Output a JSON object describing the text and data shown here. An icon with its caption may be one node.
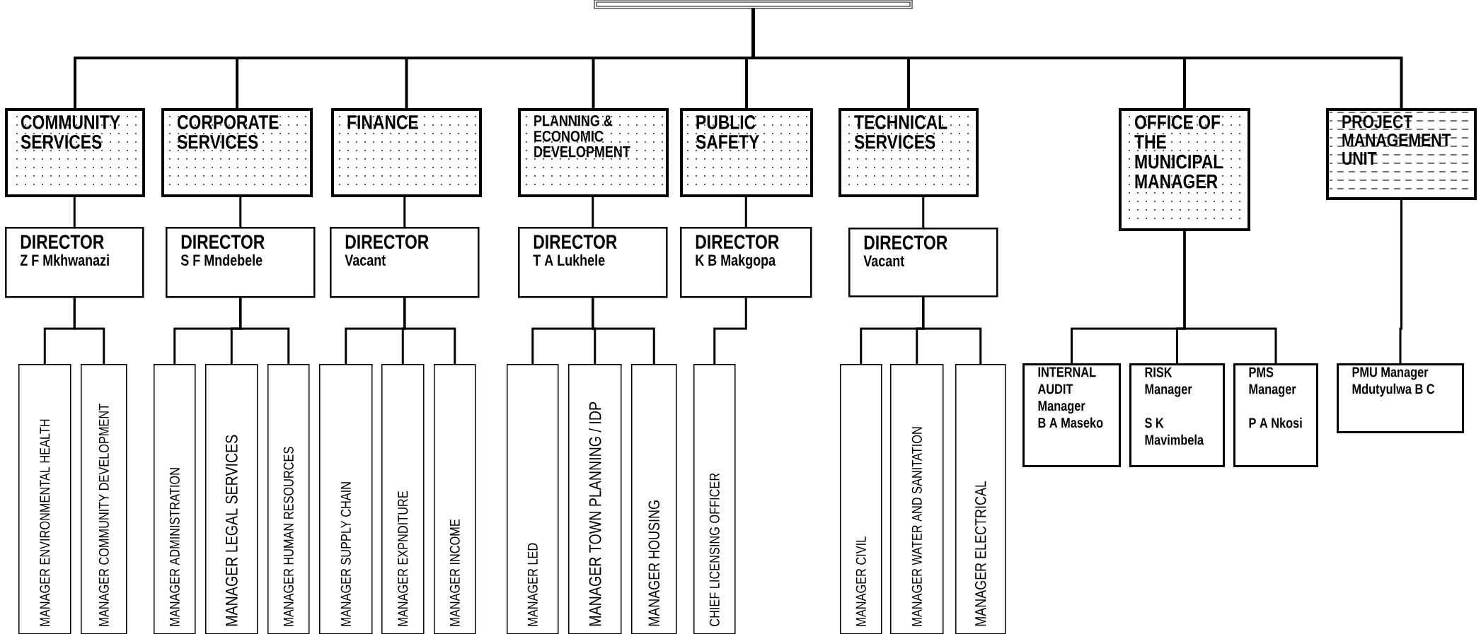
{
  "diagram": {
    "nodes": [
      {
        "text": [],
        "shape": "box"
      },
      {
        "text": [
          "COMMUNITY SERVICES"
        ]
      },
      {
        "text": [
          "CORPORATE SERVICES"
        ]
      },
      {
        "text": [
          "FINANCE"
        ]
      },
      {
        "text": [
          "PLANNING & ECONOMIC DEVELOPMENT"
        ]
      },
      {
        "text": [
          "PUBLIC SAFETY"
        ]
      },
      {
        "text": [
          "TECHNICAL SERVICES"
        ]
      },
      {
        "text": [
          "OFFICE OF THE MUNICIPAL MANAGER"
        ]
      },
      {
        "text": [
          "PROJECT MANAGEMENT UNIT"
        ]
      },
      {
        "text": [
          "DIRECTOR",
          "Z F Mkhwanazi"
        ]
      },
      {
        "text": [
          "DIRECTOR",
          "S F Mndebele"
        ]
      },
      {
        "text": [
          "DIRECTOR",
          "Vacant"
        ]
      },
      {
        "text": [
          "DIRECTOR",
          "T A Lukhele"
        ]
      },
      {
        "text": [
          "DIRECTOR",
          "K B Makgopa"
        ]
      },
      {
        "text": [
          "DIRECTOR",
          "Vacant"
        ]
      },
      {
        "text": [
          "MANAGER ENVIRONMENTAL HEALTH"
        ]
      },
      {
        "text": [
          "MANAGER COMMUNITY DEVELOPMENT"
        ]
      },
      {
        "text": [
          "MANAGER ADMINISTRATION"
        ]
      },
      {
        "text": [
          "MANAGER LEGAL SERVICES"
        ]
      },
      {
        "text": [
          "MANAGER HUMAN RESOURCES"
        ]
      },
      {
        "text": [
          "MANAGER SUPPLY CHAIN"
        ]
      },
      {
        "text": [
          "MANAGER EXPNDITURE"
        ]
      },
      {
        "text": [
          "MANAGER INCOME"
        ]
      },
      {
        "text": [
          "MANAGER LED"
        ]
      },
      {
        "text": [
          "MANAGER TOWN PLANNING / IDP"
        ]
      },
      {
        "text": [
          "MANAGER HOUSING"
        ]
      },
      {
        "text": [
          "CHIEF LICENSING OFFICER"
        ]
      },
      {
        "text": [
          "MANAGER CIVIL"
        ]
      },
      {
        "text": [
          "MANAGER WATER AND SANITATION"
        ]
      },
      {
        "text": [
          "MANAGER ELECTRICAL"
        ]
      },
      {
        "text": [
          "INTERNAL AUDIT Manager",
          "B A Maseko"
        ]
      },
      {
        "text": [
          "RISK Manager",
          "S K Mavimbela"
        ]
      },
      {
        "text": [
          "PMS Manager",
          "P A Nkosi"
        ]
      },
      {
        "text": [
          "PMU Manager",
          "Mdutyulwa B C"
        ]
      }
    ],
    "edges": [
      {
        "from": 0,
        "to": 1,
        "arrow": "none"
      },
      {
        "from": 0,
        "to": 2,
        "arrow": "none"
      },
      {
        "from": 0,
        "to": 3,
        "arrow": "none"
      },
      {
        "from": 0,
        "to": 4,
        "arrow": "none"
      },
      {
        "from": 0,
        "to": 5,
        "arrow": "none"
      },
      {
        "from": 0,
        "to": 6,
        "arrow": "none"
      },
      {
        "from": 0,
        "to": 7,
        "arrow": "none"
      },
      {
        "from": 0,
        "to": 8,
        "arrow": "none"
      },
      {
        "from": 1,
        "to": 9,
        "arrow": "none"
      },
      {
        "from": 2,
        "to": 10,
        "arrow": "none"
      },
      {
        "from": 3,
        "to": 11,
        "arrow": "none"
      },
      {
        "from": 4,
        "to": 12,
        "arrow": "none"
      },
      {
        "from": 5,
        "to": 13,
        "arrow": "none"
      },
      {
        "from": 6,
        "to": 14,
        "arrow": "none"
      },
      {
        "from": 9,
        "to": 15,
        "arrow": "none"
      },
      {
        "from": 9,
        "to": 16,
        "arrow": "none"
      },
      {
        "from": 10,
        "to": 17,
        "arrow": "none"
      },
      {
        "from": 10,
        "to": 18,
        "arrow": "none"
      },
      {
        "from": 10,
        "to": 19,
        "arrow": "none"
      },
      {
        "from": 11,
        "to": 20,
        "arrow": "none"
      },
      {
        "from": 11,
        "to": 21,
        "arrow": "none"
      },
      {
        "from": 11,
        "to": 22,
        "arrow": "none"
      },
      {
        "from": 12,
        "to": 23,
        "arrow": "none"
      },
      {
        "from": 12,
        "to": 24,
        "arrow": "none"
      },
      {
        "from": 12,
        "to": 25,
        "arrow": "none"
      },
      {
        "from": 13,
        "to": 26,
        "arrow": "none"
      },
      {
        "from": 14,
        "to": 27,
        "arrow": "none"
      },
      {
        "from": 14,
        "to": 28,
        "arrow": "none"
      },
      {
        "from": 14,
        "to": 29,
        "arrow": "none"
      },
      {
        "from": 7,
        "to": 30,
        "arrow": "none"
      },
      {
        "from": 7,
        "to": 31,
        "arrow": "none"
      },
      {
        "from": 7,
        "to": 32,
        "arrow": "none"
      },
      {
        "from": 8,
        "to": 33,
        "arrow": "none"
      }
    ]
  }
}
